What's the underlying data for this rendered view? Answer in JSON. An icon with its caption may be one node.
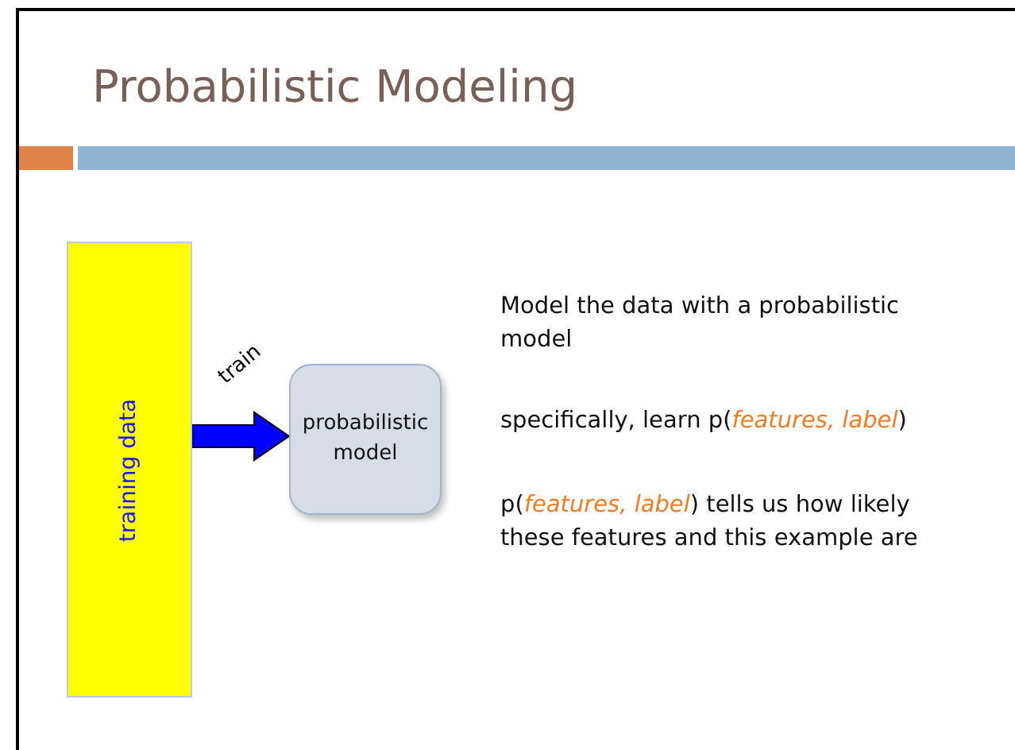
{
  "diagram": {
    "title": "Probabilistic Modeling",
    "nodes": [
      {
        "text": [
          "training data"
        ]
      },
      {
        "text": [
          "probabilistic model"
        ]
      }
    ],
    "edges": [
      {
        "from": 0,
        "to": 1,
        "arrow": "to",
        "label": "train"
      }
    ],
    "labels": [
      "Model the data with a probabilistic model",
      "specifically, learn p(*features, label*)",
      "p(*features, label*) tells us how likely these features and this example are"
    ]
  }
}
